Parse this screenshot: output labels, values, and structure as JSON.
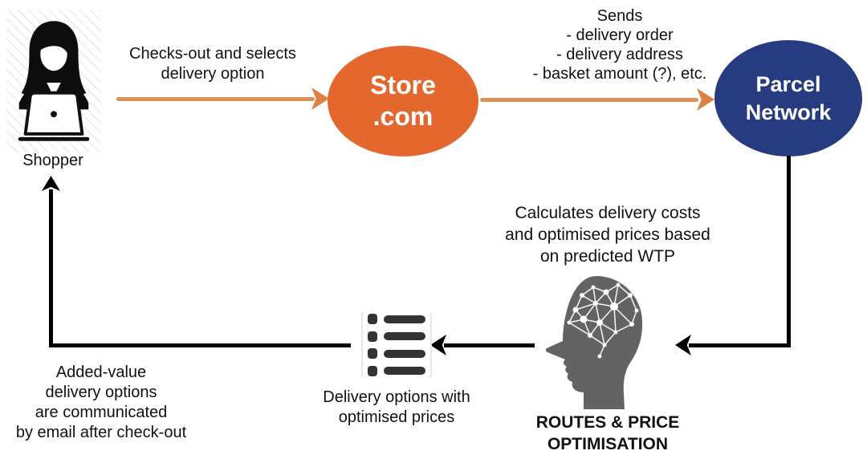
{
  "nodes": {
    "shopper": {
      "label": "Shopper"
    },
    "store": {
      "label": "Store\n.com",
      "color": "#E4672E",
      "text_color": "#FFFFFF"
    },
    "parcel_network": {
      "label": "Parcel\nNetwork",
      "color": "#273C80",
      "text_color": "#FFFFFF"
    },
    "optimisation": {
      "label": "ROUTES & PRICE\nOPTIMISATION"
    }
  },
  "annotations": {
    "checkout": "Checks-out and selects\ndelivery option",
    "sends": "Sends\n- delivery order\n- delivery address\n- basket amount (?), etc.",
    "calculates": "Calculates delivery costs\nand optimised prices based\non predicted WTP",
    "delivery_options": "Delivery options with\noptimised prices",
    "email_note": "Added-value\ndelivery options\nare communicated\nby email after check-out"
  },
  "icons": {
    "shopper": "woman-at-laptop-icon",
    "optimisation": "head-brain-network-icon",
    "delivery_options": "list-icon"
  },
  "colors": {
    "arrow_orange_shaft": "#DD9155",
    "arrow_orange_head": "#E07F42",
    "line_black": "#000000",
    "head_gray": "#636363",
    "list_dark": "#333333"
  }
}
